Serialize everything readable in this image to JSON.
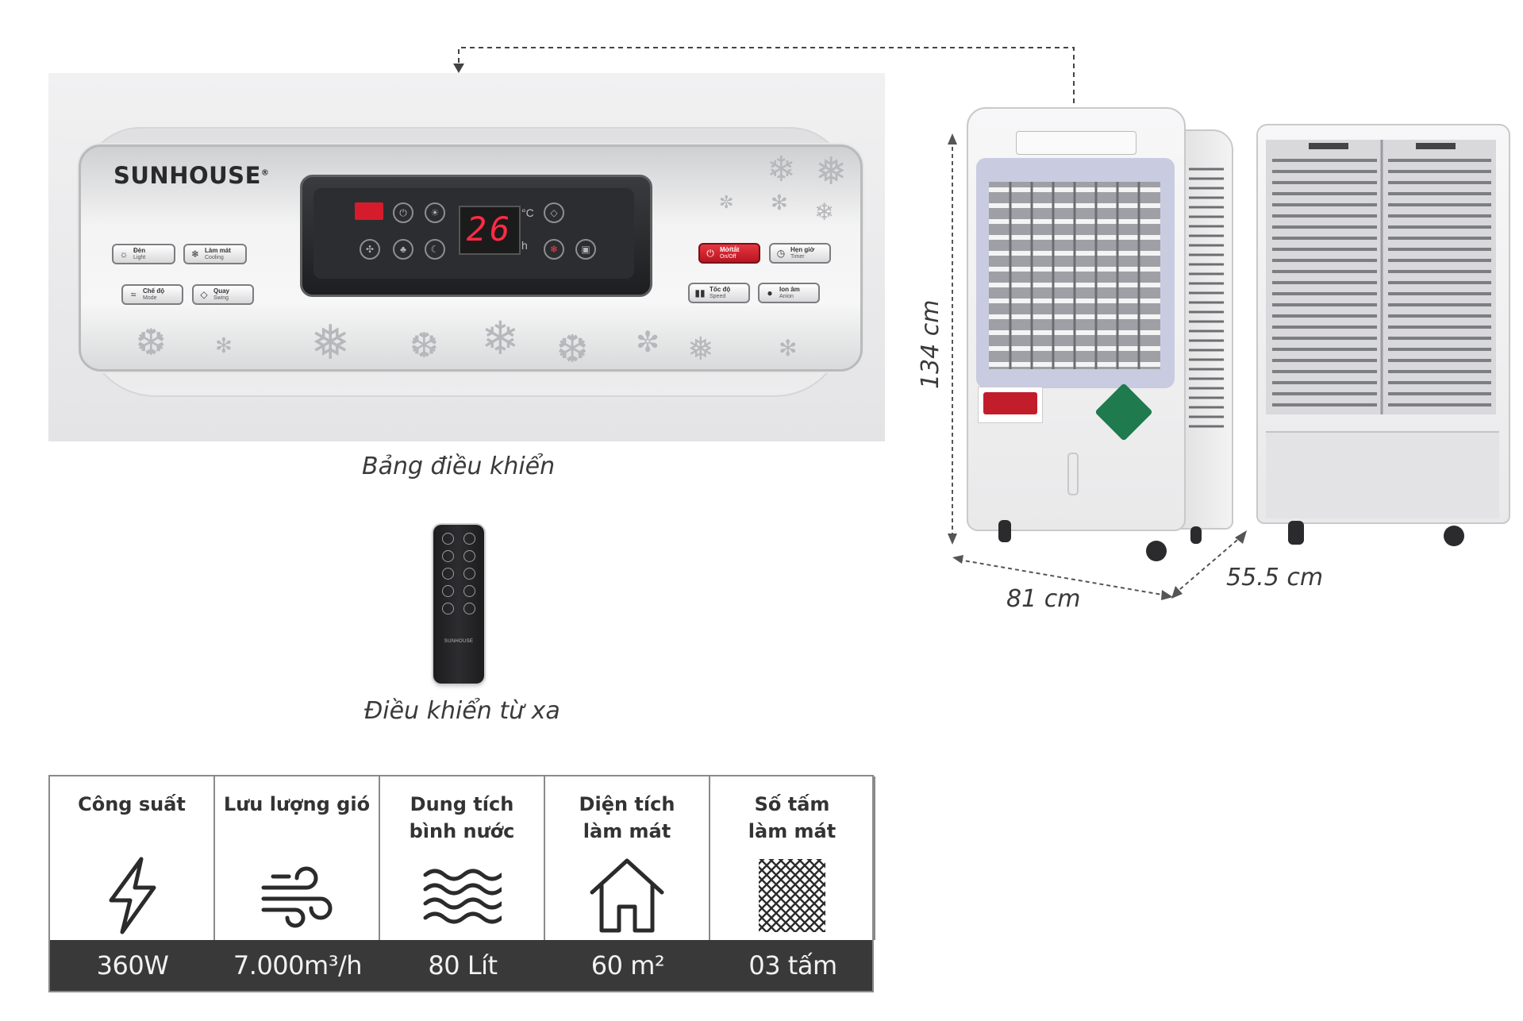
{
  "panel": {
    "brand": "SUNHOUSE",
    "brand_mark": "®",
    "display_value": "26",
    "display_unit_temp": "°C",
    "display_unit_hour": "h",
    "buttons": [
      {
        "vi": "Đèn",
        "en": "Light",
        "icon": "bulb-icon"
      },
      {
        "vi": "Làm mát",
        "en": "Cooling",
        "icon": "snowflake-icon"
      },
      {
        "vi": "Chế độ",
        "en": "Mode",
        "icon": "wind-icon"
      },
      {
        "vi": "Quay",
        "en": "Swing",
        "icon": "swing-icon"
      },
      {
        "vi": "Mở/tắt",
        "en": "On/Off",
        "icon": "power-icon"
      },
      {
        "vi": "Hẹn giờ",
        "en": "Timer",
        "icon": "clock-icon"
      },
      {
        "vi": "Tốc độ",
        "en": "Speed",
        "icon": "speed-bars-icon"
      },
      {
        "vi": "Ion âm",
        "en": "Anion",
        "icon": "anion-icon"
      }
    ],
    "caption": "Bảng điều khiển"
  },
  "remote": {
    "brand": "SUNHOUSE",
    "caption": "Điều khiển từ xa"
  },
  "dimensions": {
    "height": "134 cm",
    "width": "81 cm",
    "depth": "55.5 cm"
  },
  "specs": [
    {
      "title": "Công suất",
      "value": "360W",
      "icon": "lightning-icon"
    },
    {
      "title": "Lưu lượng gió",
      "value": "7.000m³/h",
      "icon": "wind-icon"
    },
    {
      "title": "Dung tích\nbình nước",
      "value": "80 Lít",
      "icon": "water-waves-icon"
    },
    {
      "title": "Diện tích\nlàm mát",
      "value": "60 m²",
      "icon": "house-icon"
    },
    {
      "title": "Số tấm\nlàm mát",
      "value": "03 tấm",
      "icon": "honeycomb-pad-icon"
    }
  ]
}
